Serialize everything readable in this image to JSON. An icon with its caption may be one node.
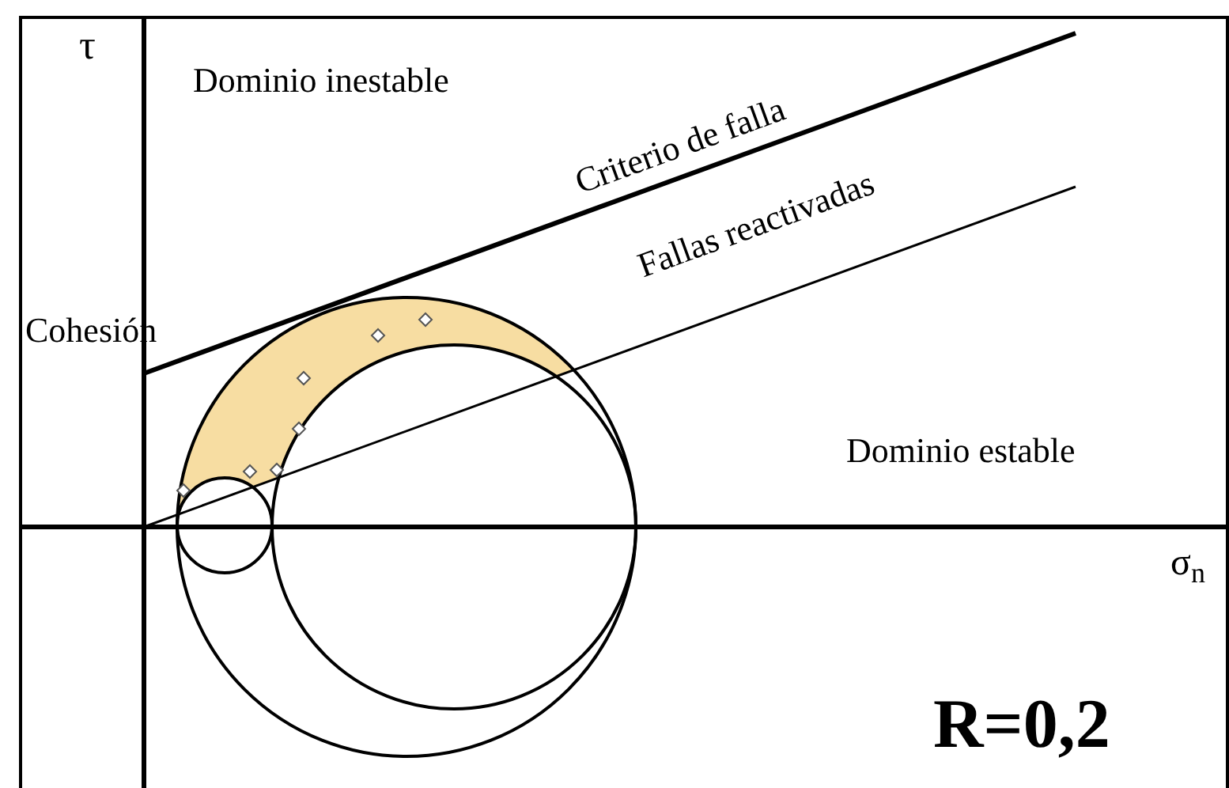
{
  "diagram": {
    "labels": [
      "τ",
      "Dominio inestable",
      "Criterio de falla",
      "Fallas reactivadas",
      "Cohesión",
      "Dominio estable",
      "σ$_{n}$",
      "R=0,2"
    ]
  }
}
